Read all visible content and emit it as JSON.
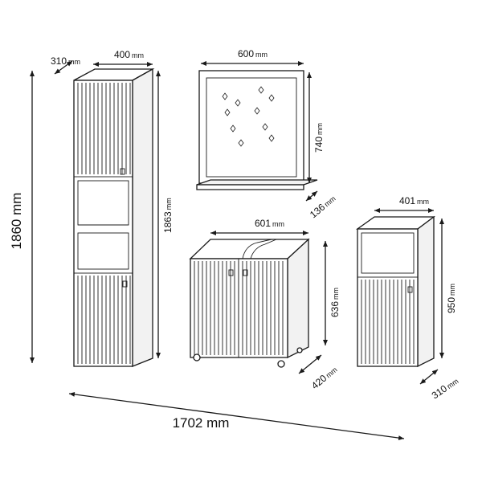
{
  "title": "Bathroom furniture set dimensions",
  "dimensions": {
    "total_height": "1860 mm",
    "total_width": "1702 mm",
    "tall_depth": "310",
    "tall_width": "400",
    "tall_height": "1863",
    "mirror_width": "600",
    "mirror_height": "740",
    "mirror_depth": "136",
    "sink_width": "601",
    "sink_height": "636",
    "sink_depth": "420",
    "small_width": "401",
    "small_height": "950",
    "small_depth": "310",
    "unit": "mm"
  },
  "colors": {
    "line": "#1a1a1a",
    "background": "#ffffff"
  }
}
